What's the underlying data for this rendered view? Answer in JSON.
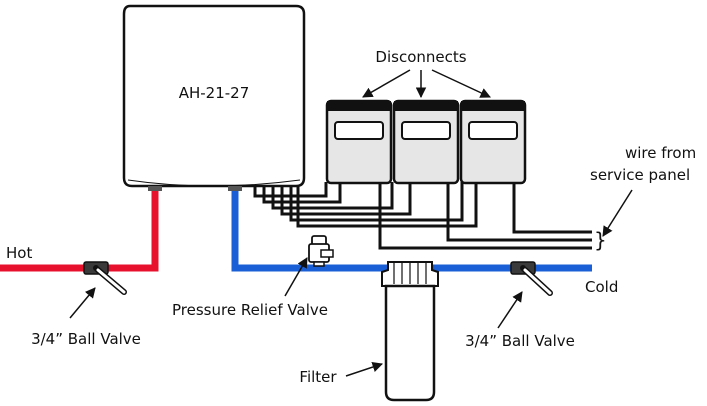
{
  "unit_label": "AH-21-27",
  "labels": {
    "disconnects": "Disconnects",
    "wire_from_line1": "wire from",
    "wire_from_line2": "service panel",
    "hot": "Hot",
    "cold": "Cold",
    "pressure_relief_valve": "Pressure Relief Valve",
    "ball_valve_left": "3/4” Ball Valve",
    "ball_valve_right": "3/4” Ball Valve",
    "filter": "Filter",
    "brace": "}"
  },
  "colors": {
    "hot_pipe": "#e8112d",
    "cold_pipe": "#1b5fd6",
    "wire": "#111111",
    "unit_fill": "#ffffff",
    "disconnect_fill": "#e6e6e6"
  }
}
